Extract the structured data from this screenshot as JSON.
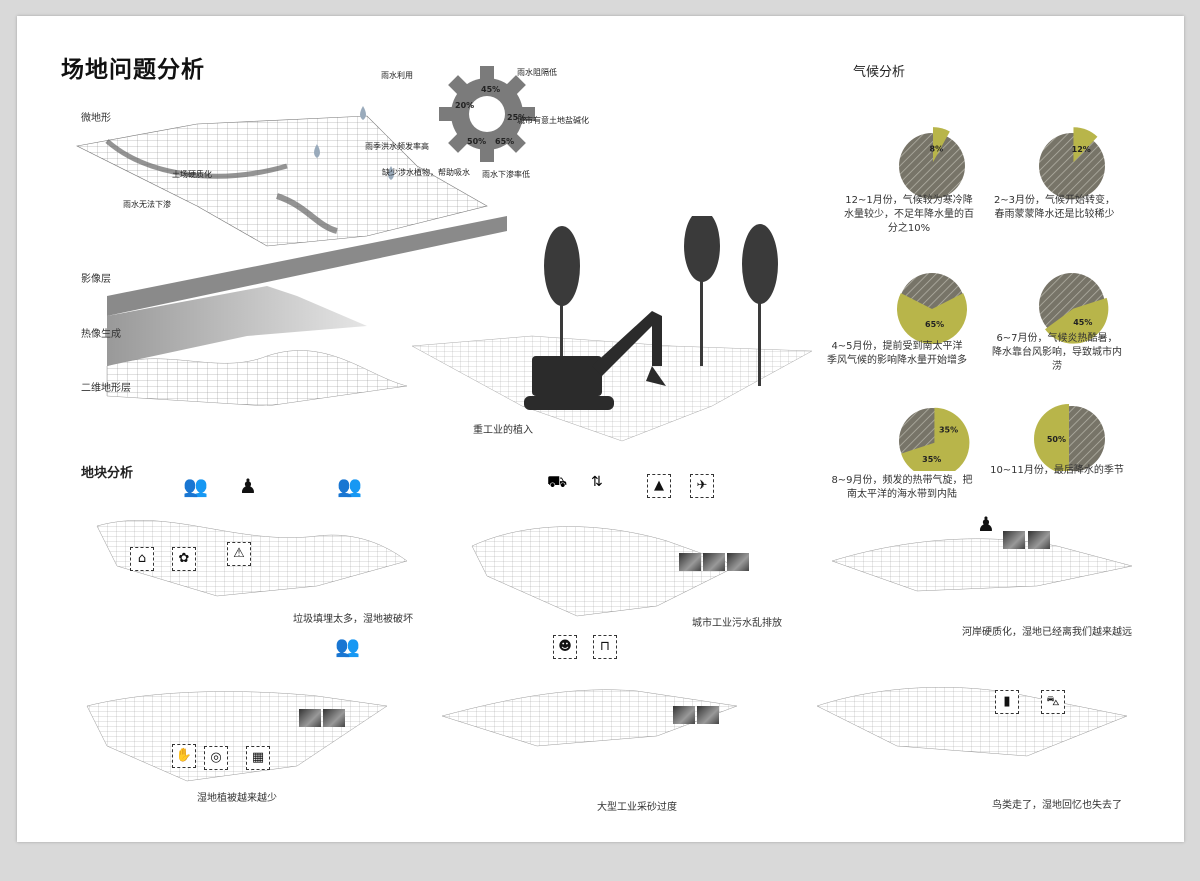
{
  "page_title": "场地问题分析",
  "layers": {
    "micro_terrain": "微地形",
    "soil_hardening": "土场硬质化",
    "rain_no_infiltrate": "雨水无法下渗",
    "image_layer": "影像层",
    "heat_map": "热像生成",
    "terrain_2d": "二维地形层"
  },
  "gear": {
    "labels": {
      "rain_use": "雨水利用",
      "rain_block": "雨水阻隔低",
      "city_salinization": "城市有意土地盐碱化",
      "flood_frequency": "雨季洪水频发率高",
      "lack_plants": "缺少涉水植物，帮助吸水",
      "infiltration_low": "雨水下渗率低"
    },
    "values": [
      "45%",
      "25%",
      "65%",
      "50%",
      "20%"
    ]
  },
  "industry_caption": "重工业的植入",
  "climate": {
    "title": "气候分析",
    "accent": "#b8b54a",
    "base": "#6f6e66",
    "pies": [
      {
        "value": 8,
        "label": "8%",
        "caption": "12~1月份，气候较为寒冷降水量较少，不足年降水量的百分之10%"
      },
      {
        "value": 12,
        "label": "12%",
        "caption": "2~3月份，气候开始转变，春雨蒙蒙降水还是比较稀少"
      },
      {
        "value": 65,
        "label": "65%",
        "caption": "4~5月份，提前受到南太平洋季风气候的影响降水量开始增多"
      },
      {
        "value": 45,
        "label": "45%",
        "caption": "6~7月份，气候炎热酷暑，降水靠台风影响，导致城市内涝"
      },
      {
        "value": 70,
        "label1": "35%",
        "label2": "35%",
        "caption": "8~9月份，频发的热带气旋，把南太平洋的海水带到内陆"
      },
      {
        "value": 50,
        "label": "50%",
        "caption": "10~11月份，最后降水的季节"
      }
    ]
  },
  "plots": {
    "title": "地块分析",
    "captions": [
      "垃圾填埋太多，湿地被破坏",
      "城市工业污水乱排放",
      "河岸硬质化，湿地已经离我们越来越远",
      "湿地植被越来越少",
      "大型工业采砂过度",
      "鸟类走了，湿地回忆也失去了"
    ],
    "icons": {
      "house": "⌂",
      "tree": "✿",
      "warning": "⚠",
      "car": "⛟",
      "arrows": "⇅",
      "tower": "▲",
      "plane": "✈",
      "worker": "☻",
      "crane": "⊓",
      "hand": "✋",
      "disc": "◎",
      "building": "▦",
      "chart": "▮",
      "vehicle": "⛍",
      "person_pair": "👥",
      "person": "♟"
    }
  }
}
